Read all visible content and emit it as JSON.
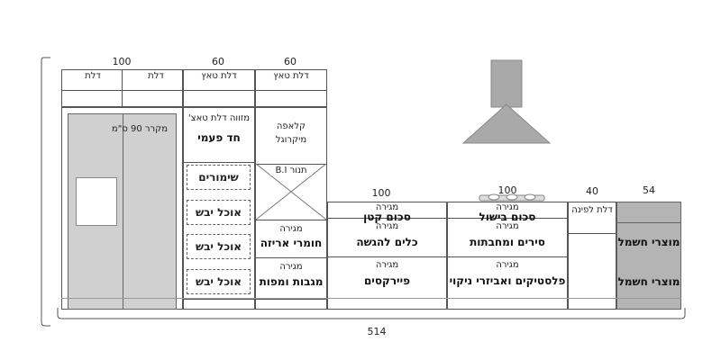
{
  "dims": {
    "upper_left": "100",
    "upper_mid": "60",
    "upper_right": "60",
    "counter_a": "100",
    "counter_b": "100",
    "counter_c": "40",
    "counter_d": "54",
    "total": "514"
  },
  "upper": {
    "door_1": "דלת",
    "door_2": "דלת",
    "touch_door_1": "דלת טאץ",
    "touch_door_2": "דלת טאץ"
  },
  "fridge": {
    "label": "מקרר 90 ס\"מ"
  },
  "pantry": {
    "top_line1": "מזווה דלת טאצ'",
    "top_line2": "חד פעמי",
    "shelves": [
      "שימורים",
      "אוכל יבש",
      "אוכל יבש",
      "אוכל יבש"
    ]
  },
  "oven_col": {
    "top_line1": "קלאפה",
    "top_line2": "מיקרוגל",
    "oven_label": "תנור B.I",
    "drawer1_small": "מגירה",
    "drawer1_bold": "חומרי אריזה",
    "drawer2_small": "מגירה",
    "drawer2_bold": "מגבות ומפות"
  },
  "col_a": {
    "d1_small": "מגירה",
    "d1_bold": "סכום קטן",
    "d2_small": "מגירה",
    "d2_bold": "כלים להגשה",
    "d3_small": "מגירה",
    "d3_bold": "פיירקסים"
  },
  "col_b": {
    "d1_small": "מגירה",
    "d1_bold": "סכום בישול",
    "d2_small": "מגירה",
    "d2_bold": "סירים ומחבתות",
    "d3_small": "מגירה",
    "d3_bold": "פלסטיקים ואביזרי ניקוי"
  },
  "col_c": {
    "bin_door": "דלת לפינה"
  },
  "col_d": {
    "appl1": "מוצרי חשמל",
    "appl2": "מוצרי חשמל"
  },
  "colors": {
    "fridge": "#d0d0d0",
    "hood": "#a9a9a9",
    "appliance": "#b4b4b4"
  }
}
